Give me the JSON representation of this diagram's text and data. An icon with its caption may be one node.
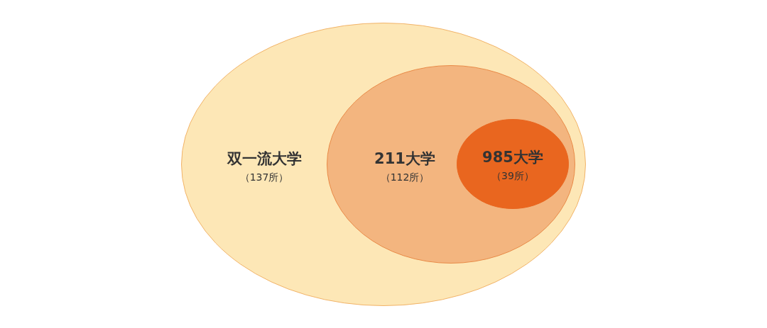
{
  "diagram": {
    "nodes": [
      {
        "text": [
          "双一流大学",
          "（137所）"
        ]
      },
      {
        "text": [
          "211大学",
          "（112所）"
        ],
        "in": 0
      },
      {
        "text": [
          "985大学",
          "（39所）"
        ],
        "in": 1
      }
    ]
  }
}
